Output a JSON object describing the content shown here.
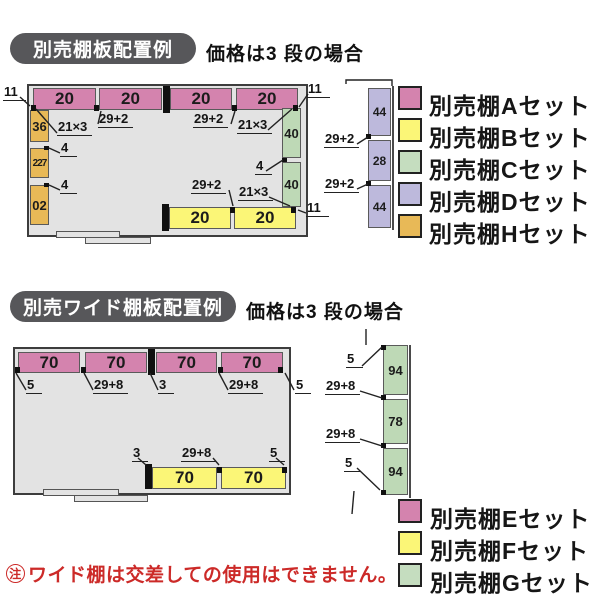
{
  "colors": {
    "pink": "#d483ae",
    "yellow": "#fbf677",
    "green": "#bed9b6",
    "lavender": "#bdb9dc",
    "orange": "#e8b957",
    "badge_bg": "#57575a",
    "note_red": "#cc2a28"
  },
  "s1": {
    "badge": "別売棚板配置例",
    "price": "価格は3 段の場合",
    "top": [
      "20",
      "20",
      "20",
      "20"
    ],
    "left": [
      "36",
      "227",
      "02"
    ],
    "right": [
      "40",
      "40"
    ],
    "bottom": [
      "20",
      "20"
    ],
    "column": [
      "44",
      "28",
      "44"
    ],
    "callouts": {
      "tl": "11",
      "tr": "11",
      "br": "11",
      "pitch1": "29+2",
      "pitch2": "29+2",
      "pitch_b": "29+2",
      "price_l": "21×3",
      "price_r": "21×3",
      "price_b": "21×3",
      "gap1": "4",
      "gap2": "4",
      "gap_r": "4",
      "col_pitch1": "29+2",
      "col_pitch2": "29+2"
    }
  },
  "legend1": {
    "items": [
      {
        "label": "別売棚Aセット",
        "color": "#d483ae"
      },
      {
        "label": "別売棚Bセット",
        "color": "#fbf677"
      },
      {
        "label": "別売棚Cセット",
        "color": "#c5ddbf"
      },
      {
        "label": "別売棚Dセット",
        "color": "#bdb9dc"
      },
      {
        "label": "別売棚Hセット",
        "color": "#e8b957"
      }
    ]
  },
  "s2": {
    "badge": "別売ワイド棚板配置例",
    "price": "価格は3 段の場合",
    "top": [
      "70",
      "70",
      "70",
      "70"
    ],
    "bottom": [
      "70",
      "70"
    ],
    "column": [
      "94",
      "78",
      "94"
    ],
    "callouts": {
      "tl": "5",
      "pitch1": "29+8",
      "mid": "3",
      "pitch2": "29+8",
      "tr": "5",
      "b_mid": "3",
      "b_pitch": "29+8",
      "b_r": "5",
      "col_top": "5",
      "col_pitch1": "29+8",
      "col_pitch2": "29+8",
      "col_bottom": "5"
    }
  },
  "legend2": {
    "items": [
      {
        "label": "別売棚Eセット",
        "color": "#d483ae"
      },
      {
        "label": "別売棚Fセット",
        "color": "#fbf677"
      },
      {
        "label": "別売棚Gセット",
        "color": "#c5ddbf"
      }
    ]
  },
  "note": {
    "mark": "注",
    "text": "ワイド棚は交差しての使用はできません。"
  }
}
